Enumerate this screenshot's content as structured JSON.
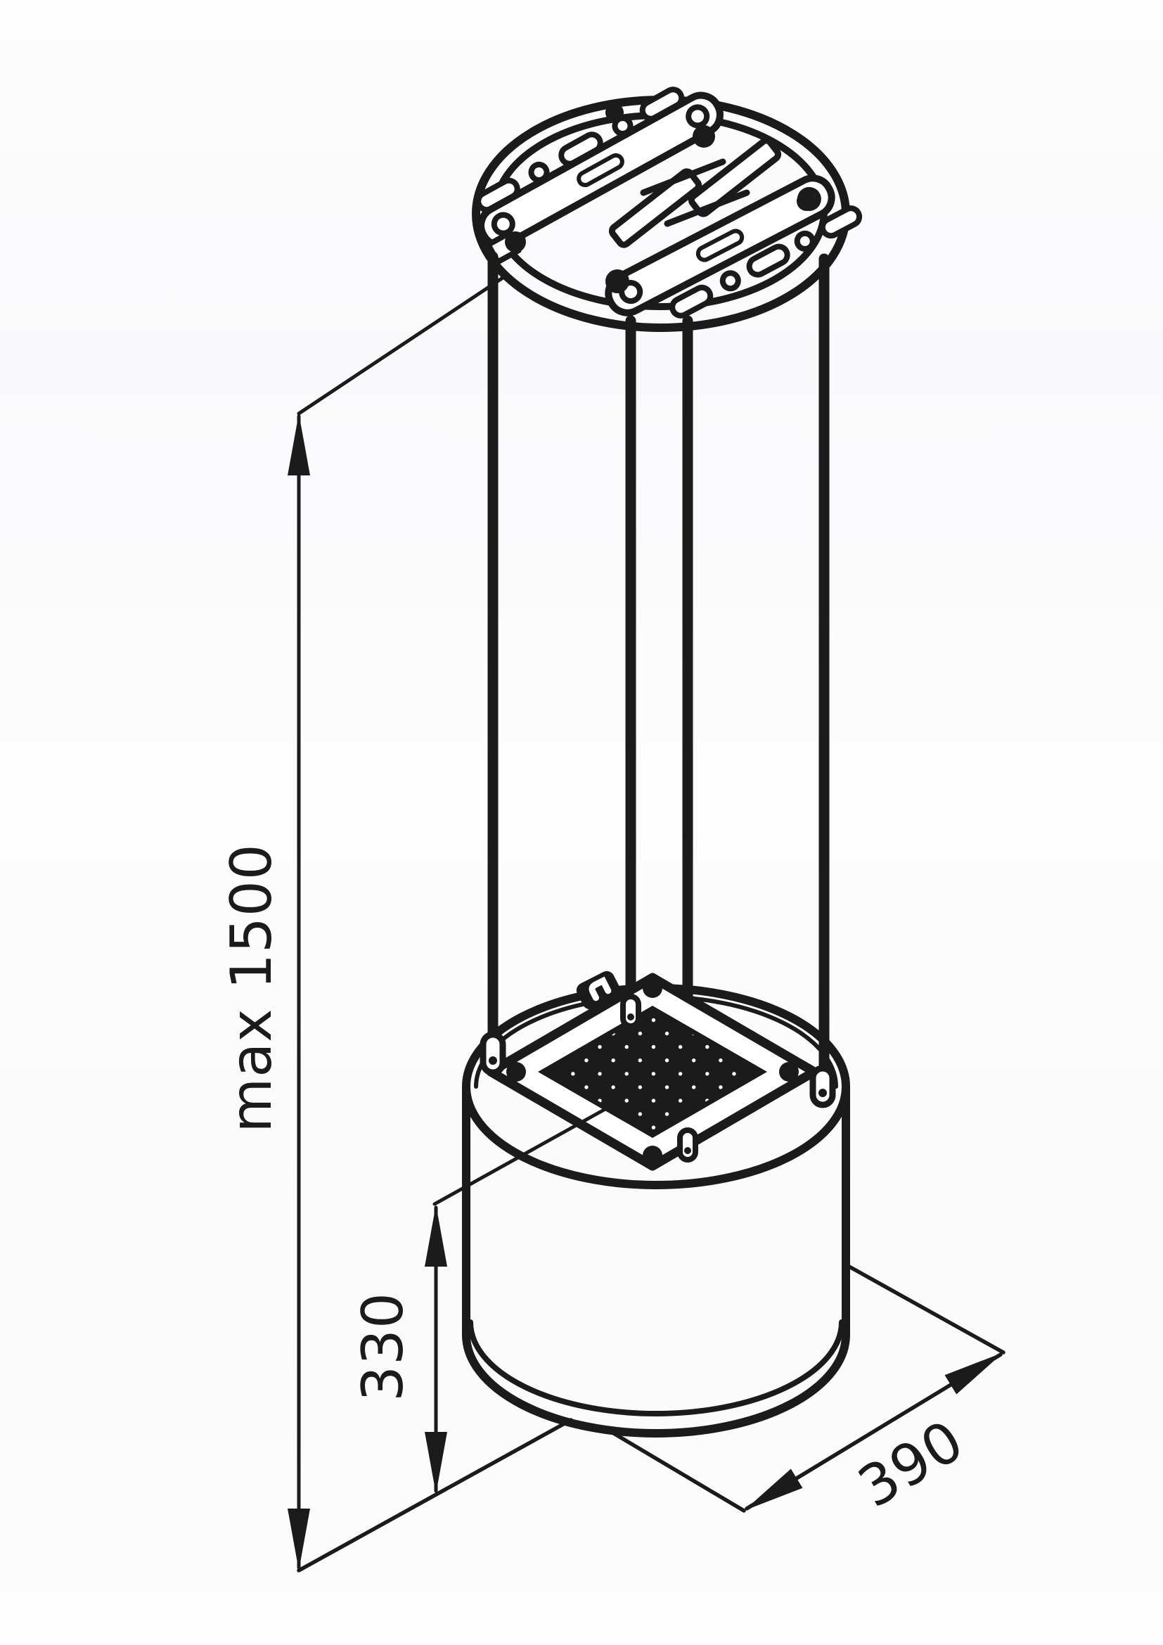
{
  "drawing": {
    "type": "technical-dimension-drawing",
    "subject": "island cooker hood with ceiling mounting plate and suspension rods",
    "colors": {
      "line": "#1b1b1b",
      "background": "#ffffff"
    },
    "labels": {
      "height_max": "max 1500",
      "body_height": "330",
      "base_width": "390"
    }
  }
}
